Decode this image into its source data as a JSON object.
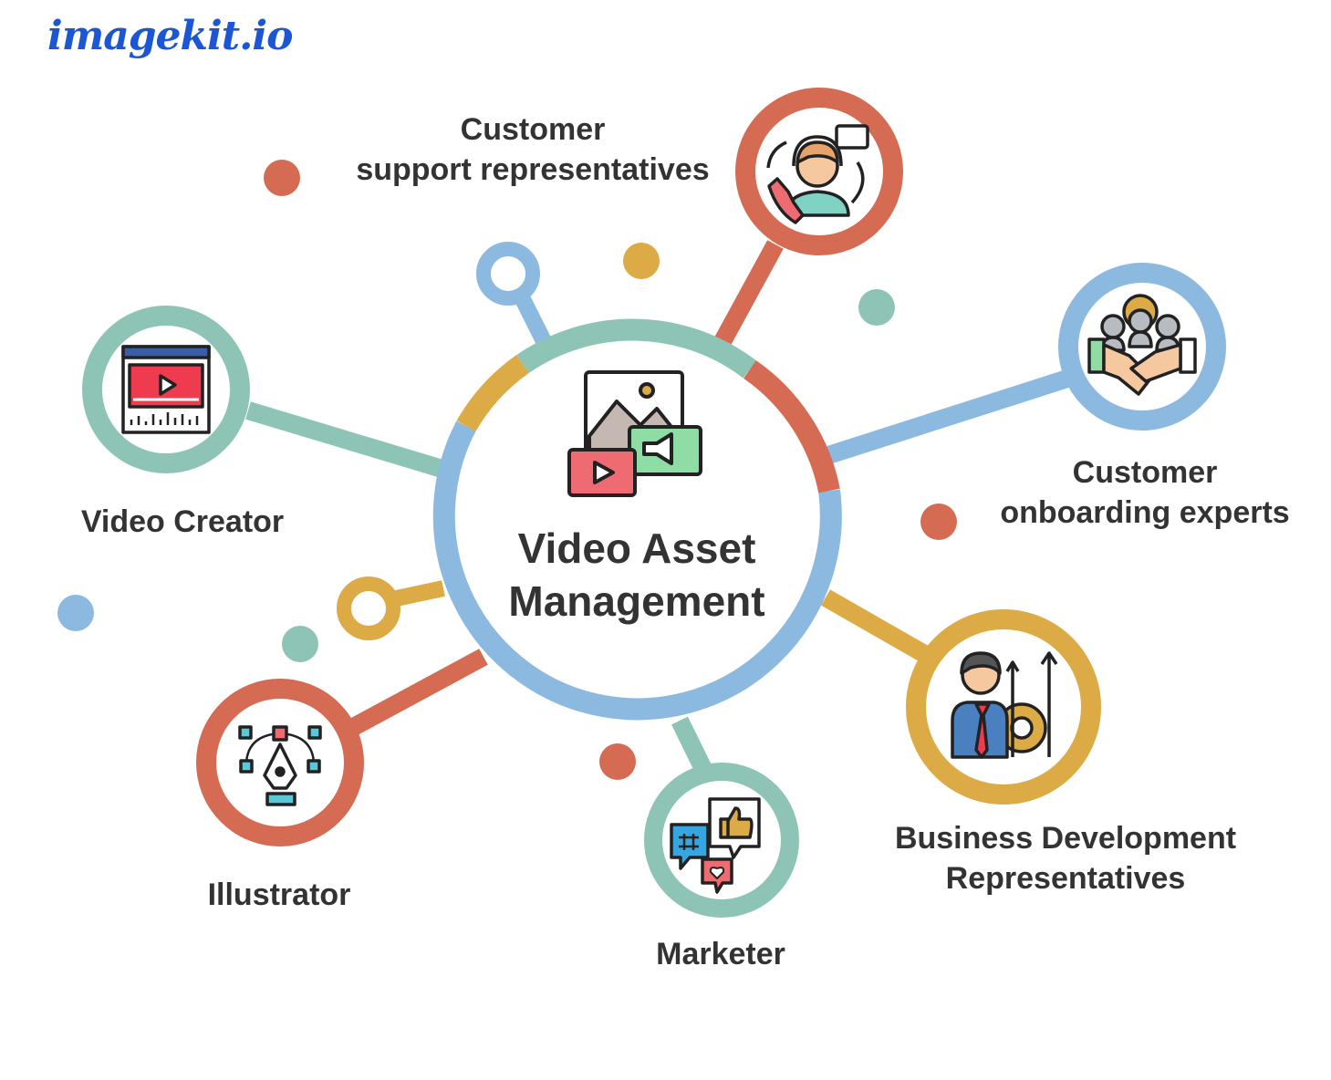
{
  "brand": {
    "logo_text": "imagekit.io"
  },
  "center": {
    "line1": "Video Asset",
    "line2": "Management",
    "icon": "media-assets-icon"
  },
  "roles": [
    {
      "id": "customer-support",
      "lines": [
        "Customer",
        "support representatives"
      ],
      "icon": "headset-agent-icon",
      "color": "#d46b52"
    },
    {
      "id": "customer-onboarding",
      "lines": [
        "Customer",
        "onboarding experts"
      ],
      "icon": "handshake-team-icon",
      "color": "#8cb9e0"
    },
    {
      "id": "video-creator",
      "lines": [
        "Video Creator"
      ],
      "icon": "video-player-icon",
      "color": "#8dc4b5"
    },
    {
      "id": "business-development",
      "lines": [
        "Business Development",
        "Representatives"
      ],
      "icon": "businessman-growth-icon",
      "color": "#dcab45"
    },
    {
      "id": "illustrator",
      "lines": [
        "Illustrator"
      ],
      "icon": "pen-tool-icon",
      "color": "#d46b52"
    },
    {
      "id": "marketer",
      "lines": [
        "Marketer"
      ],
      "icon": "social-media-icon",
      "color": "#8dc4b5"
    }
  ],
  "colors": {
    "teal": "#8dc4b5",
    "orange": "#d46b52",
    "blue": "#8cb9e0",
    "yellow": "#dcab45",
    "text": "#333333",
    "brand": "#1a56d6"
  }
}
